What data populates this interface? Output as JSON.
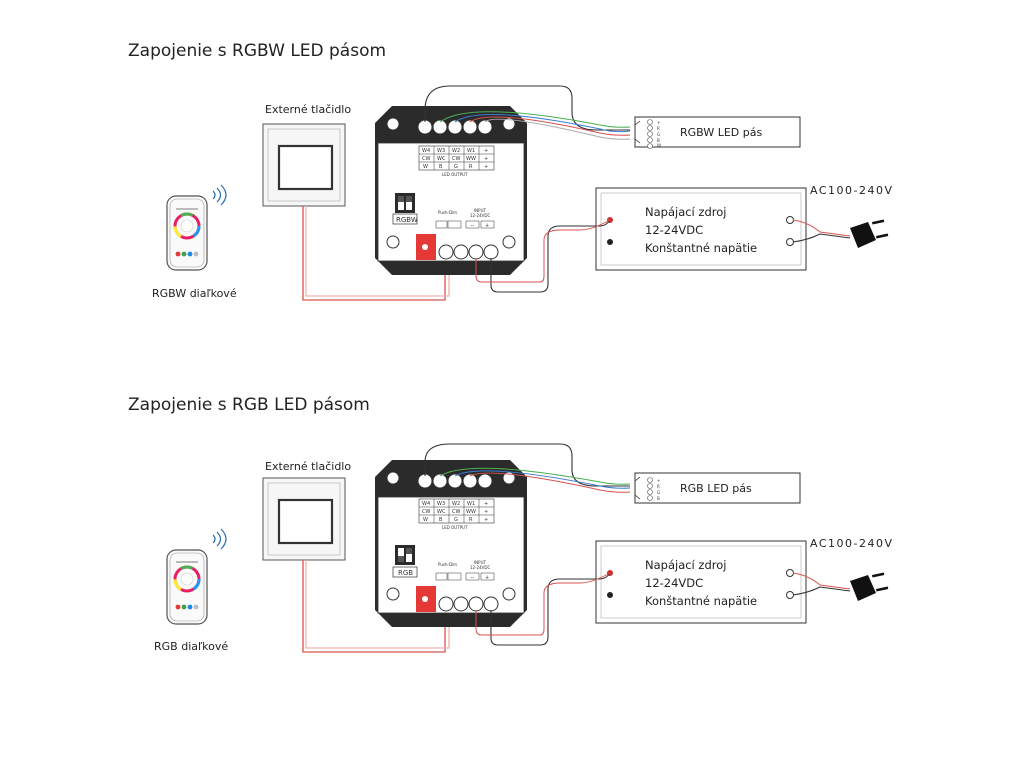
{
  "colors": {
    "wire_red": "#d9534f",
    "wire_green": "#4caf50",
    "wire_blue": "#3a7bd5",
    "wire_white": "#c8c8c8",
    "wire_black": "#222222",
    "terminal_red": "#e53935",
    "outline": "#333333"
  },
  "sections": [
    {
      "title": "Zapojenie s RGBW LED pásom",
      "button_label": "Externé tlačidlo",
      "remote_label": "RGBW diaľkové",
      "strip_label": "RGBW LED pás",
      "mode_label": "RGBW",
      "psu_lines": [
        "Napájací zdroj",
        "12-24VDC",
        "Konštantné napätie"
      ],
      "ac_label": "AC100-240V",
      "led_output_label": "LED OUTPUT",
      "push_dim_label": "Push-Dim",
      "input_label": "INPUT",
      "input_voltage_label": "12-24VDC",
      "terminal_row1": [
        "W4",
        "W3",
        "W2",
        "W1",
        "+"
      ],
      "terminal_row2": [
        "CW",
        "WC",
        "CW",
        "WW",
        "+"
      ],
      "terminal_row3": [
        "W",
        "B",
        "G",
        "R",
        "+"
      ],
      "strip_pins": [
        "+",
        "R",
        "G",
        "B",
        "W"
      ]
    },
    {
      "title": "Zapojenie s RGB LED pásom",
      "button_label": "Externé tlačidlo",
      "remote_label": "RGB diaľkové",
      "strip_label": "RGB LED pás",
      "mode_label": "RGB",
      "psu_lines": [
        "Napájací zdroj",
        "12-24VDC",
        "Konštantné napätie"
      ],
      "ac_label": "AC100-240V",
      "led_output_label": "LED OUTPUT",
      "push_dim_label": "Push-Dim",
      "input_label": "INPUT",
      "input_voltage_label": "12-24VDC",
      "terminal_row1": [
        "W4",
        "W3",
        "W2",
        "W1",
        "+"
      ],
      "terminal_row2": [
        "CW",
        "WC",
        "CW",
        "WW",
        "+"
      ],
      "terminal_row3": [
        "W",
        "B",
        "G",
        "R",
        "+"
      ],
      "strip_pins": [
        "+",
        "R",
        "G",
        "B"
      ]
    }
  ]
}
